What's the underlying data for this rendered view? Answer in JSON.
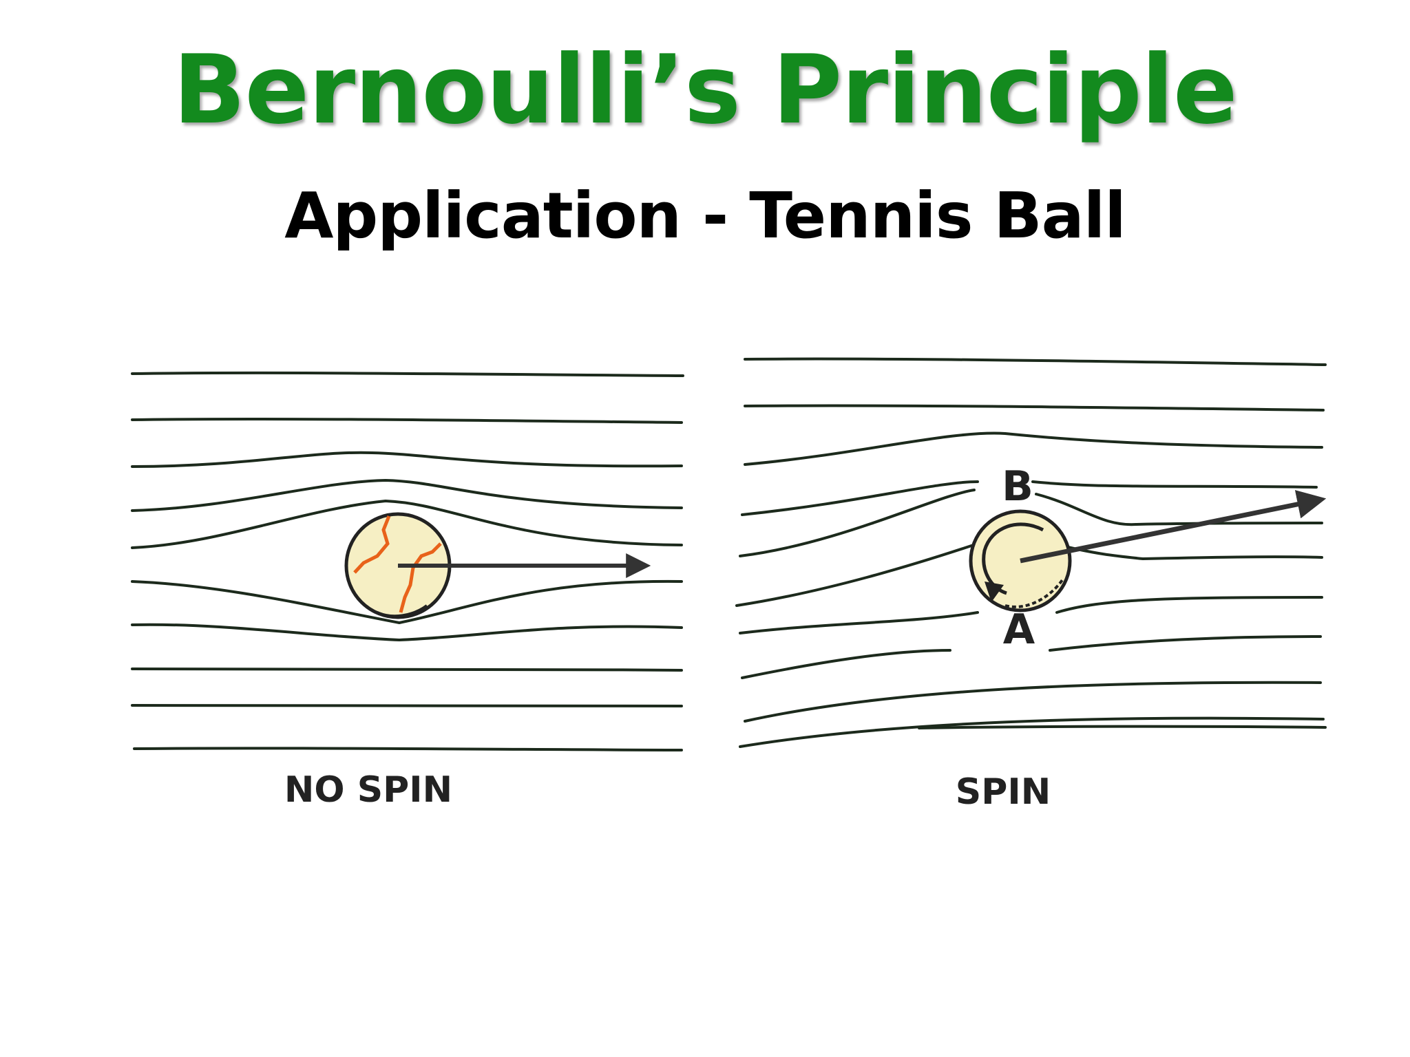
{
  "slide": {
    "title": "Bernoulli’s Principle",
    "subtitle": "Application - Tennis Ball"
  },
  "diagram": {
    "panels": [
      {
        "label": "NO SPIN"
      },
      {
        "label": "SPIN",
        "points": {
          "upper": "B",
          "lower": "A"
        }
      }
    ]
  },
  "colors": {
    "title": "#138a1e",
    "subtitle": "#000000",
    "streamline": "#1c2a1c",
    "ball_fill": "#f6efc4",
    "seam": "#e8621a",
    "arrow": "#333333"
  }
}
